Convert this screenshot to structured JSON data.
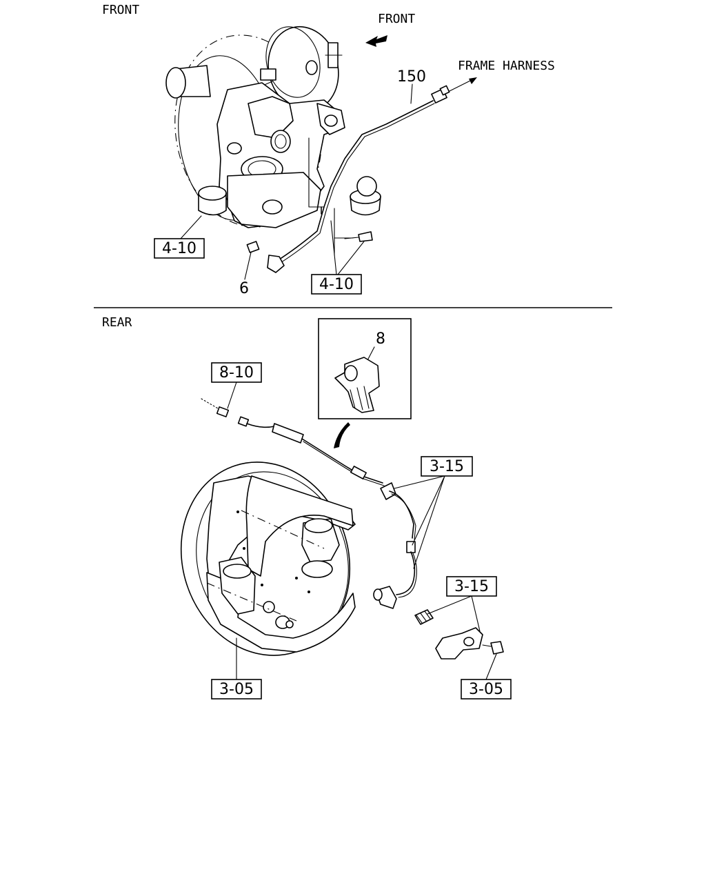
{
  "sections": {
    "front_title": "FRONT",
    "rear_title": "REAR"
  },
  "front": {
    "direction_label": "FRONT",
    "frame_harness_label": "FRAME HARNESS",
    "callout_150": "150",
    "callout_6": "6",
    "ref_4_10_a": "4-10",
    "ref_4_10_b": "4-10"
  },
  "rear": {
    "inset_callout_8": "8",
    "ref_8_10": "8-10",
    "ref_3_15_a": "3-15",
    "ref_3_15_b": "3-15",
    "ref_3_05_a": "3-05",
    "ref_3_05_b": "3-05"
  }
}
